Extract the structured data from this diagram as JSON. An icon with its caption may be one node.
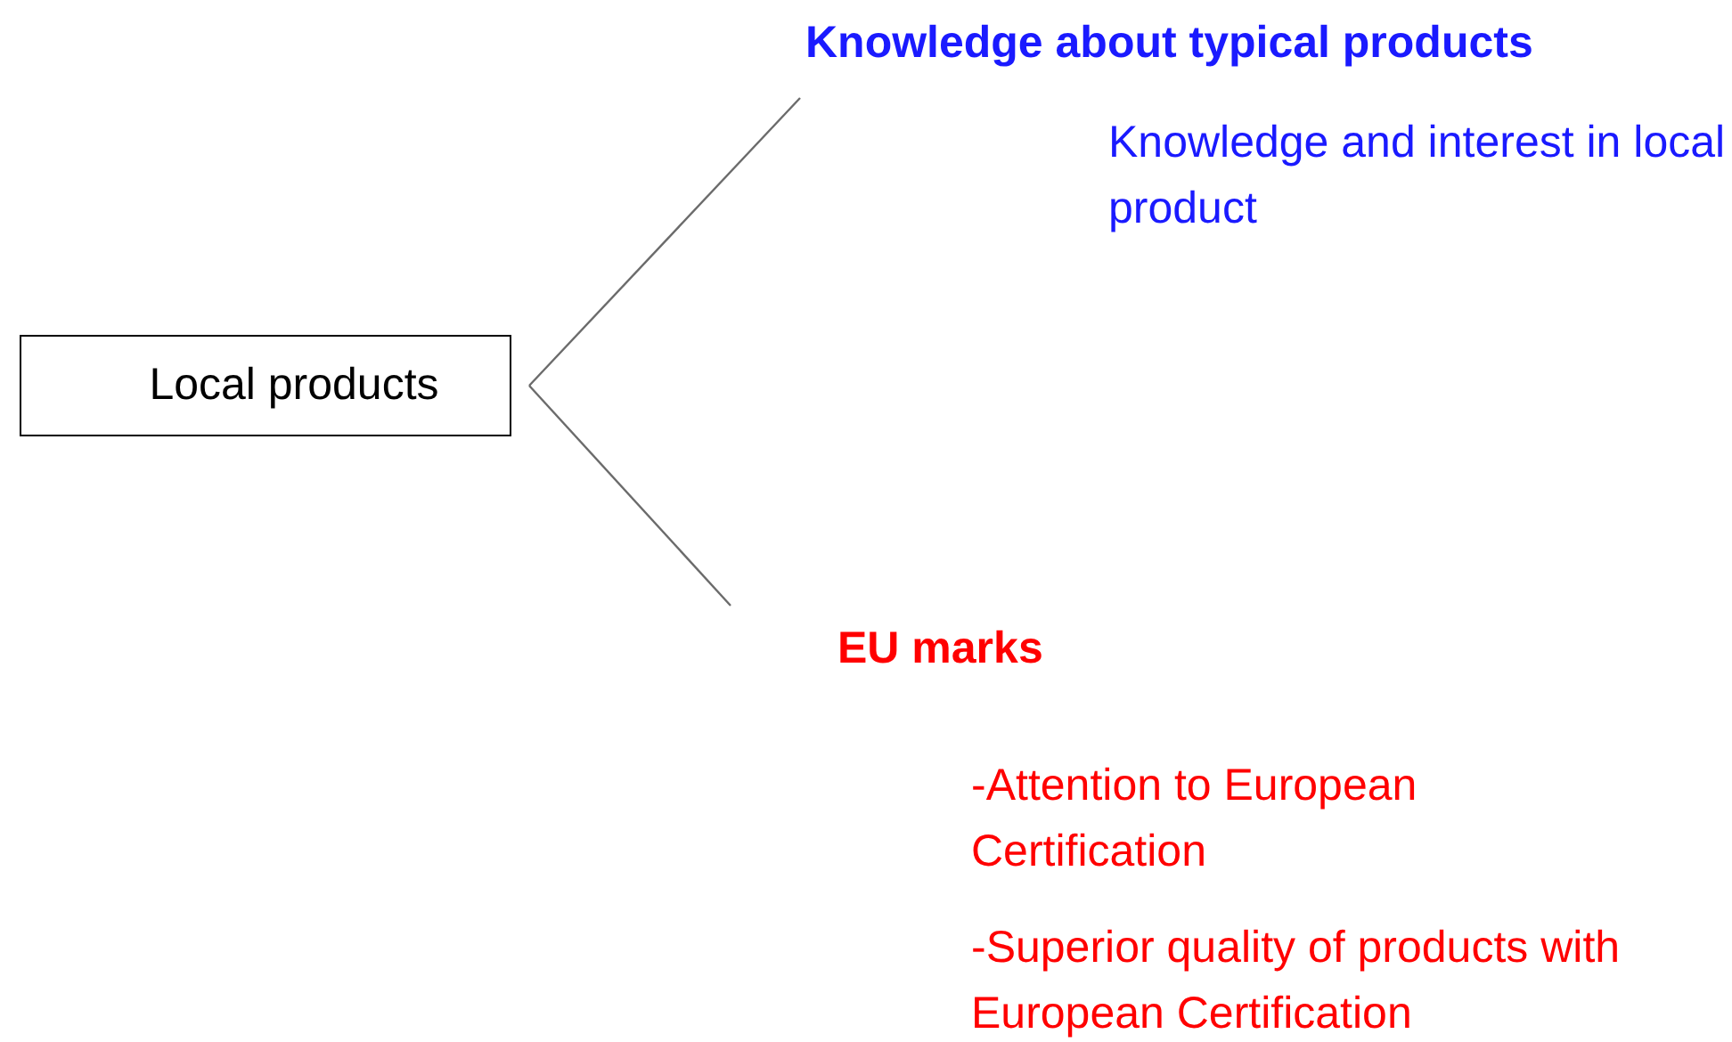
{
  "diagram": {
    "nodes": [
      {
        "text": [
          "Local products"
        ]
      },
      {
        "text": [
          "Knowledge about typical products"
        ],
        "beside": [
          "Knowledge and interest in local product"
        ]
      },
      {
        "text": [
          "EU marks"
        ],
        "beside": [
          "-Attention to European Certification",
          "-Superior quality of products with European Certification"
        ]
      }
    ],
    "edges": [
      {
        "from": 0,
        "to": 1,
        "arrow": "none"
      },
      {
        "from": 0,
        "to": 2,
        "arrow": "none"
      }
    ]
  }
}
